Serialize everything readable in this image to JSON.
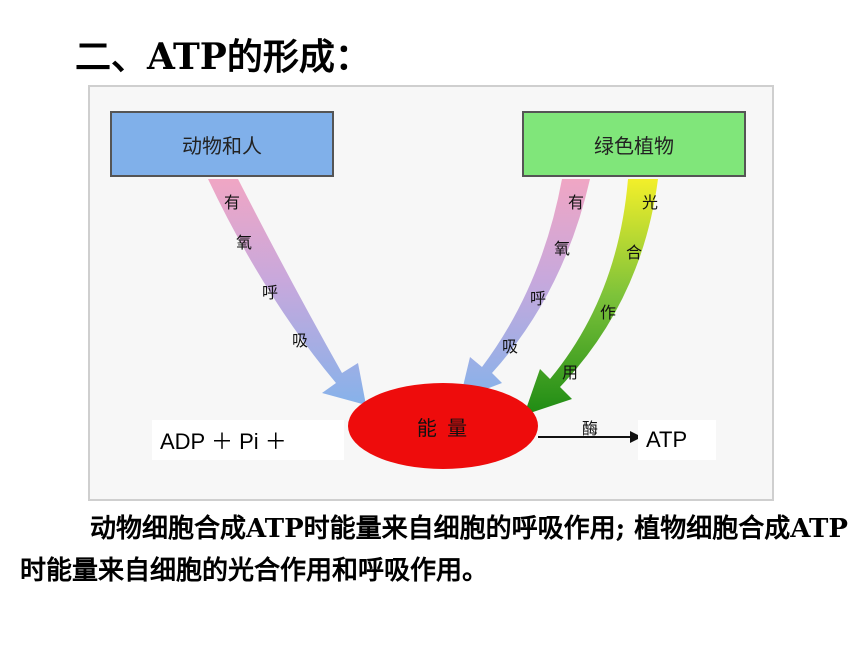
{
  "title": "二、ATP的形成：",
  "diagram": {
    "animal_box": "动物和人",
    "plant_box": "绿色植物",
    "animal_path": [
      "有",
      "氧",
      "呼",
      "吸"
    ],
    "plant_respiration_path": [
      "有",
      "氧",
      "呼",
      "吸"
    ],
    "plant_photosynthesis_path": [
      "光",
      "合",
      "作",
      "用"
    ],
    "energy": "能 量",
    "reactants": "ADP ＋ Pi ＋",
    "enzyme": "酶",
    "product": "ATP"
  },
  "description": "动物细胞合成ATP时能量来自细胞的呼吸作用; 植物细胞合成ATP时能量来自细胞的光合作用和呼吸作用。",
  "colors": {
    "animal_box": "#80b0ea",
    "plant_box": "#80e67a",
    "energy_ellipse": "#ee0c0c",
    "respiration_arrow": "#8db0e6",
    "photosynthesis_arrow": "#2a9a1c"
  }
}
